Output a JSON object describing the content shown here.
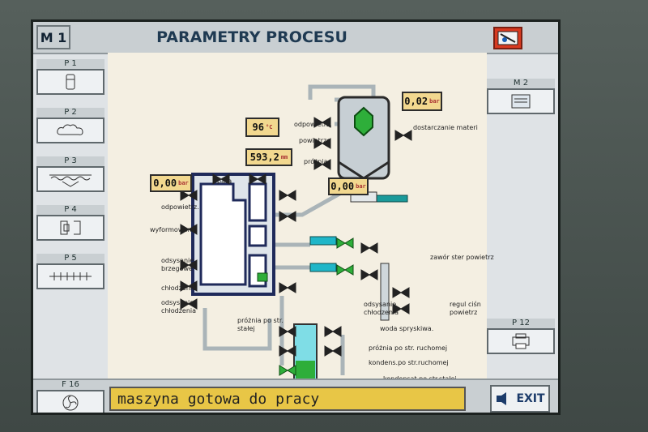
{
  "header": {
    "screen_id": "M 1",
    "title": "PARAMETRY PROCESU",
    "alarm_icon": "alarm-icon",
    "accent": "#d83a20"
  },
  "left_nav": [
    {
      "label": "P 1",
      "icon": "bottle-icon"
    },
    {
      "label": "P 2",
      "icon": "cloud-icon"
    },
    {
      "label": "P 3",
      "icon": "heater-icon"
    },
    {
      "label": "P 4",
      "icon": "mold-icon"
    },
    {
      "label": "P 5",
      "icon": "cooling-icon"
    }
  ],
  "right_nav": [
    {
      "label": "M 2",
      "icon": "document-icon"
    },
    {
      "label": "P 12",
      "icon": "printer-icon"
    }
  ],
  "footer": {
    "f16_label": "F 16",
    "status": "maszyna gotowa do pracy",
    "exit_label": "EXIT"
  },
  "readouts": {
    "pressure_top": "0,02",
    "pressure_top_unit": "bar",
    "temp": "96",
    "temp_unit": "°C",
    "level": "593,2",
    "level_unit": "mm",
    "pressure_left": "0,00",
    "pressure_left_unit": "bar",
    "pressure_mid": "0,00",
    "pressure_mid_unit": "bar"
  },
  "labels": {
    "odpowietrz_top": "odpowietrz.",
    "powietrze": "powietrze",
    "proznia": "próżnia",
    "dostarczanie": "dostarczanie materi",
    "para": "para",
    "odpowietrz_left": "odpowietrz.",
    "wyformowanie": "wyformowanie",
    "odsysanie_brzegowe": "odsysanie brzegowe",
    "chlodzenie": "chłodzenie",
    "odsysanie_chlodzenia_left": "odsysanie chłodzenia",
    "zawor": "zawór ster powietrz",
    "regul": "regul ciśn powietrz",
    "odsysanie_chlodzenia_mid": "odsysanie chłodzenia",
    "proznia_stalej": "próżnia po str. stałej",
    "woda": "woda spryskiwa.",
    "proznia_ruchomej": "próżnia po str. ruchomej",
    "kondens_ruchomej": "kondens.po str.ruchomej",
    "kondensat_stalej": "kondensat po str.stałej"
  }
}
